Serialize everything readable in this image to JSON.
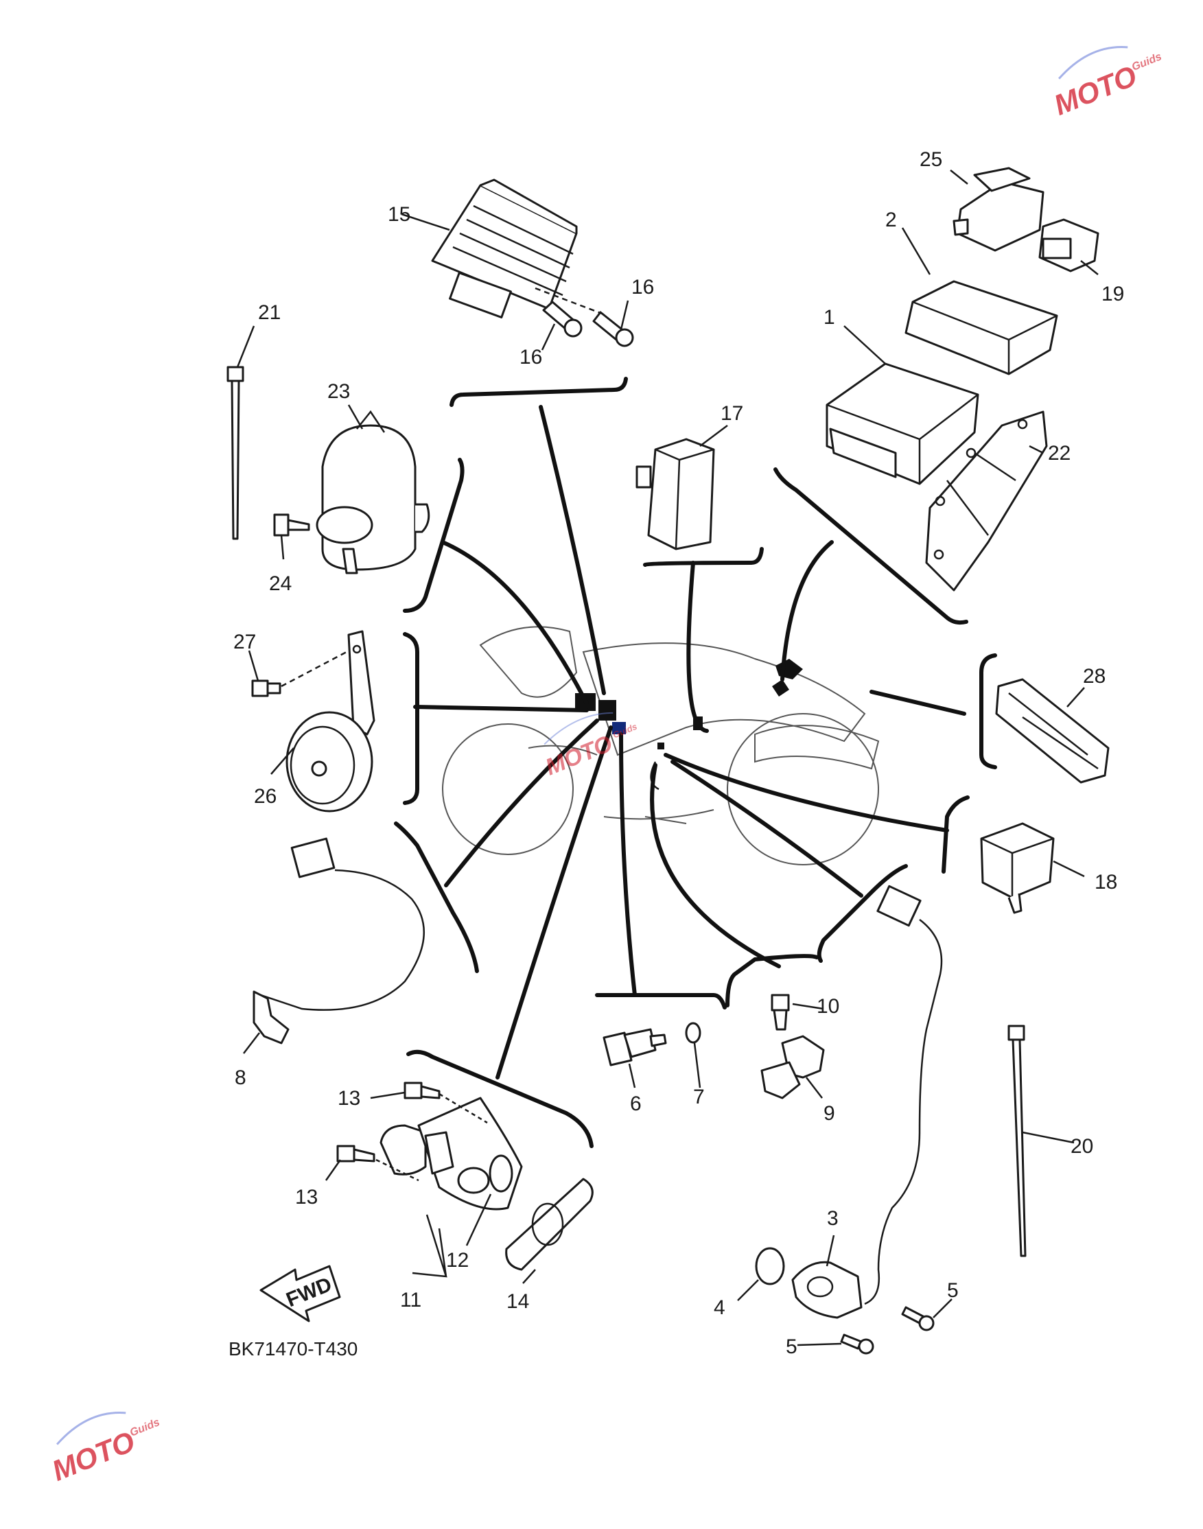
{
  "diagram": {
    "code": "BK71470-T430",
    "fwd_label": "FWD",
    "watermark": {
      "main": "MOTO",
      "sub": "Guids",
      "color": "#d11a2a",
      "accent": "#6a7fd8"
    },
    "part_numbers": [
      "1",
      "2",
      "3",
      "4",
      "5",
      "5",
      "6",
      "7",
      "8",
      "9",
      "10",
      "11",
      "12",
      "13",
      "13",
      "14",
      "15",
      "16",
      "16",
      "17",
      "18",
      "19",
      "20",
      "21",
      "22",
      "23",
      "24",
      "25",
      "26",
      "27",
      "28"
    ],
    "colors": {
      "line": "#111111",
      "bg": "#ffffff"
    }
  }
}
